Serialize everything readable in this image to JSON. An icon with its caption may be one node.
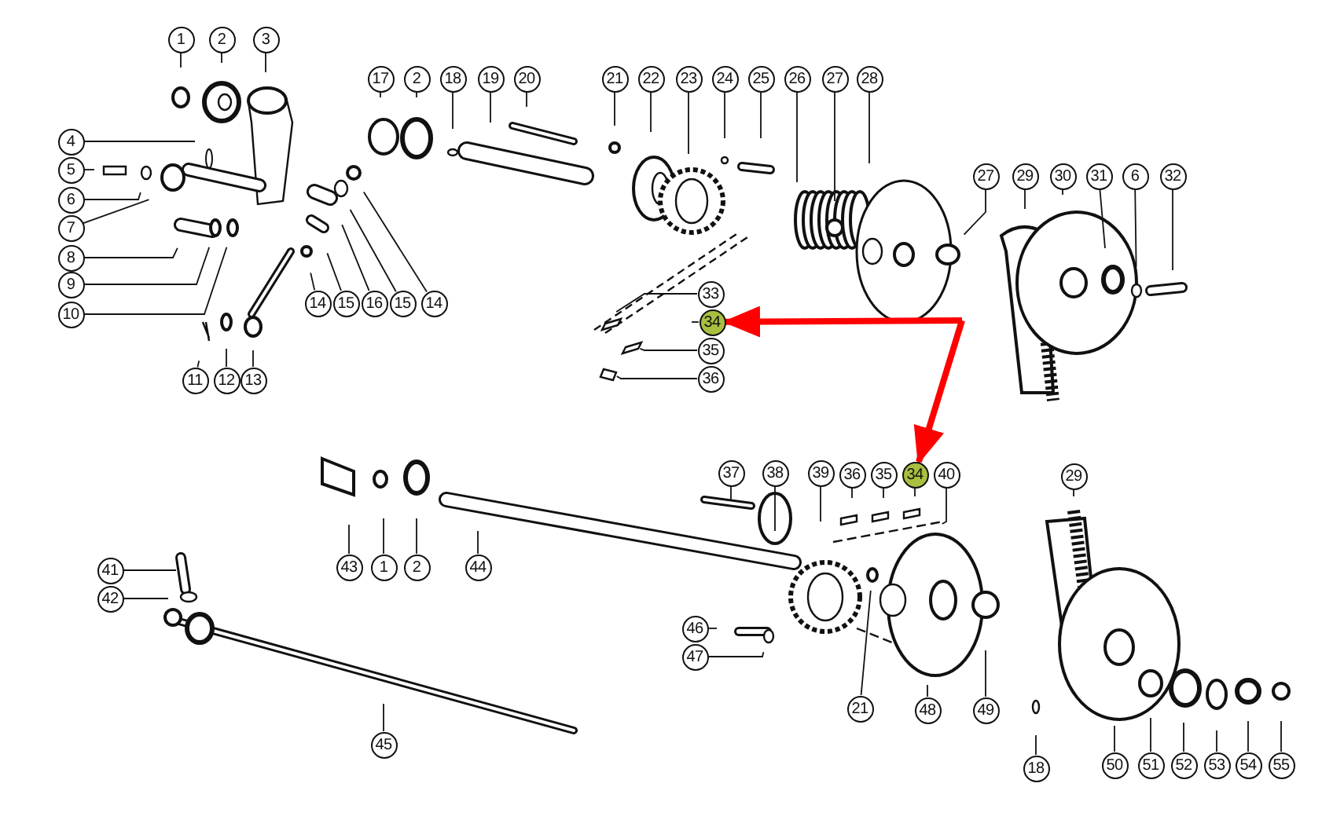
{
  "diagram": {
    "nodes": [
      {
        "text": [
          "1"
        ]
      },
      {
        "text": [
          "2"
        ]
      },
      {
        "text": [
          "3"
        ]
      },
      {
        "text": [
          "4"
        ]
      },
      {
        "text": [
          "5"
        ]
      },
      {
        "text": [
          "6"
        ]
      },
      {
        "text": [
          "7"
        ]
      },
      {
        "text": [
          "8"
        ]
      },
      {
        "text": [
          "9"
        ]
      },
      {
        "text": [
          "10"
        ]
      },
      {
        "text": [
          "11"
        ]
      },
      {
        "text": [
          "12"
        ]
      },
      {
        "text": [
          "13"
        ]
      },
      {
        "text": [
          "14"
        ]
      },
      {
        "text": [
          "15"
        ]
      },
      {
        "text": [
          "16"
        ]
      },
      {
        "text": [
          "15"
        ]
      },
      {
        "text": [
          "14"
        ]
      },
      {
        "text": [
          "17"
        ]
      },
      {
        "text": [
          "2"
        ]
      },
      {
        "text": [
          "18"
        ]
      },
      {
        "text": [
          "19"
        ]
      },
      {
        "text": [
          "20"
        ]
      },
      {
        "text": [
          "21"
        ]
      },
      {
        "text": [
          "22"
        ]
      },
      {
        "text": [
          "23"
        ]
      },
      {
        "text": [
          "24"
        ]
      },
      {
        "text": [
          "25"
        ]
      },
      {
        "text": [
          "26"
        ]
      },
      {
        "text": [
          "27"
        ]
      },
      {
        "text": [
          "28"
        ]
      },
      {
        "text": [
          "33"
        ]
      },
      {
        "text": [
          "34"
        ]
      },
      {
        "text": [
          "35"
        ]
      },
      {
        "text": [
          "36"
        ]
      },
      {
        "text": [
          "27"
        ]
      },
      {
        "text": [
          "29"
        ]
      },
      {
        "text": [
          "30"
        ]
      },
      {
        "text": [
          "31"
        ]
      },
      {
        "text": [
          "6"
        ]
      },
      {
        "text": [
          "32"
        ]
      },
      {
        "text": [
          "37"
        ]
      },
      {
        "text": [
          "38"
        ]
      },
      {
        "text": [
          "39"
        ]
      },
      {
        "text": [
          "36"
        ]
      },
      {
        "text": [
          "35"
        ]
      },
      {
        "text": [
          "34"
        ]
      },
      {
        "text": [
          "40"
        ]
      },
      {
        "text": [
          "29"
        ]
      },
      {
        "text": [
          "43"
        ]
      },
      {
        "text": [
          "1"
        ]
      },
      {
        "text": [
          "2"
        ]
      },
      {
        "text": [
          "44"
        ]
      },
      {
        "text": [
          "41"
        ]
      },
      {
        "text": [
          "42"
        ]
      },
      {
        "text": [
          "46"
        ]
      },
      {
        "text": [
          "47"
        ]
      },
      {
        "text": [
          "21"
        ]
      },
      {
        "text": [
          "48"
        ]
      },
      {
        "text": [
          "49"
        ]
      },
      {
        "text": [
          "18"
        ]
      },
      {
        "text": [
          "50"
        ]
      },
      {
        "text": [
          "51"
        ]
      },
      {
        "text": [
          "52"
        ]
      },
      {
        "text": [
          "53"
        ]
      },
      {
        "text": [
          "54"
        ]
      },
      {
        "text": [
          "55"
        ]
      },
      {
        "text": [
          "45"
        ]
      }
    ],
    "edges": [
      {
        "from": 0,
        "to": null,
        "arrow": "none"
      },
      {
        "from": 1,
        "to": null,
        "arrow": "none"
      },
      {
        "from": 2,
        "to": null,
        "arrow": "none"
      },
      {
        "from": 3,
        "to": null,
        "arrow": "none"
      },
      {
        "from": 4,
        "to": null,
        "arrow": "none"
      },
      {
        "from": 5,
        "to": null,
        "arrow": "none"
      },
      {
        "from": 6,
        "to": null,
        "arrow": "none"
      },
      {
        "from": 7,
        "to": null,
        "arrow": "none"
      },
      {
        "from": 8,
        "to": null,
        "arrow": "none"
      },
      {
        "from": 9,
        "to": null,
        "arrow": "none"
      },
      {
        "from": 10,
        "to": null,
        "arrow": "none"
      },
      {
        "from": 11,
        "to": null,
        "arrow": "none"
      },
      {
        "from": 12,
        "to": null,
        "arrow": "none"
      },
      {
        "from": 13,
        "to": null,
        "arrow": "none"
      },
      {
        "from": 14,
        "to": null,
        "arrow": "none"
      },
      {
        "from": 15,
        "to": null,
        "arrow": "none"
      },
      {
        "from": 16,
        "to": null,
        "arrow": "none"
      },
      {
        "from": 17,
        "to": null,
        "arrow": "none"
      },
      {
        "from": 18,
        "to": null,
        "arrow": "none"
      },
      {
        "from": 19,
        "to": null,
        "arrow": "none"
      },
      {
        "from": 20,
        "to": null,
        "arrow": "none"
      },
      {
        "from": 21,
        "to": null,
        "arrow": "none"
      },
      {
        "from": 22,
        "to": null,
        "arrow": "none"
      },
      {
        "from": 23,
        "to": null,
        "arrow": "none"
      },
      {
        "from": 24,
        "to": null,
        "arrow": "none"
      },
      {
        "from": 25,
        "to": null,
        "arrow": "none"
      },
      {
        "from": 26,
        "to": null,
        "arrow": "none"
      },
      {
        "from": 27,
        "to": null,
        "arrow": "none"
      },
      {
        "from": 28,
        "to": null,
        "arrow": "none"
      },
      {
        "from": 29,
        "to": null,
        "arrow": "none"
      },
      {
        "from": 30,
        "to": null,
        "arrow": "none"
      },
      {
        "from": 31,
        "to": null,
        "arrow": "none"
      },
      {
        "from": 32,
        "to": null,
        "arrow": "none"
      },
      {
        "from": 33,
        "to": null,
        "arrow": "none"
      },
      {
        "from": 34,
        "to": null,
        "arrow": "none"
      },
      {
        "from": 35,
        "to": null,
        "arrow": "none"
      },
      {
        "from": 36,
        "to": null,
        "arrow": "none"
      },
      {
        "from": 37,
        "to": null,
        "arrow": "none"
      },
      {
        "from": 38,
        "to": null,
        "arrow": "none"
      },
      {
        "from": 39,
        "to": null,
        "arrow": "none"
      },
      {
        "from": 40,
        "to": null,
        "arrow": "none"
      },
      {
        "from": 41,
        "to": null,
        "arrow": "none"
      },
      {
        "from": 42,
        "to": null,
        "arrow": "none"
      },
      {
        "from": 43,
        "to": null,
        "arrow": "none"
      },
      {
        "from": 44,
        "to": null,
        "arrow": "none"
      },
      {
        "from": 45,
        "to": null,
        "arrow": "none"
      },
      {
        "from": 46,
        "to": null,
        "arrow": "none"
      },
      {
        "from": 47,
        "to": null,
        "arrow": "none"
      },
      {
        "from": 48,
        "to": null,
        "arrow": "none"
      },
      {
        "from": 49,
        "to": null,
        "arrow": "none"
      },
      {
        "from": 50,
        "to": null,
        "arrow": "none"
      },
      {
        "from": 51,
        "to": null,
        "arrow": "none"
      },
      {
        "from": 52,
        "to": null,
        "arrow": "none"
      },
      {
        "from": 53,
        "to": null,
        "arrow": "none"
      },
      {
        "from": 54,
        "to": null,
        "arrow": "none"
      },
      {
        "from": 55,
        "to": null,
        "arrow": "none"
      },
      {
        "from": 56,
        "to": null,
        "arrow": "none"
      },
      {
        "from": 57,
        "to": null,
        "arrow": "none"
      },
      {
        "from": 58,
        "to": null,
        "arrow": "none"
      },
      {
        "from": 59,
        "to": null,
        "arrow": "none"
      },
      {
        "from": 60,
        "to": null,
        "arrow": "none"
      },
      {
        "from": 61,
        "to": null,
        "arrow": "none"
      },
      {
        "from": 62,
        "to": null,
        "arrow": "none"
      },
      {
        "from": 63,
        "to": null,
        "arrow": "none"
      },
      {
        "from": 64,
        "to": null,
        "arrow": "none"
      },
      {
        "from": 65,
        "to": null,
        "arrow": "none"
      },
      {
        "from": 66,
        "to": null,
        "arrow": "none"
      },
      {
        "from": 67,
        "to": null,
        "arrow": "none"
      },
      {
        "from": null,
        "to": 32,
        "arrow": "to",
        "style": "thick",
        "color": "#ff0000"
      },
      {
        "from": null,
        "to": 46,
        "arrow": "to",
        "style": "thick",
        "color": "#ff0000"
      }
    ]
  }
}
